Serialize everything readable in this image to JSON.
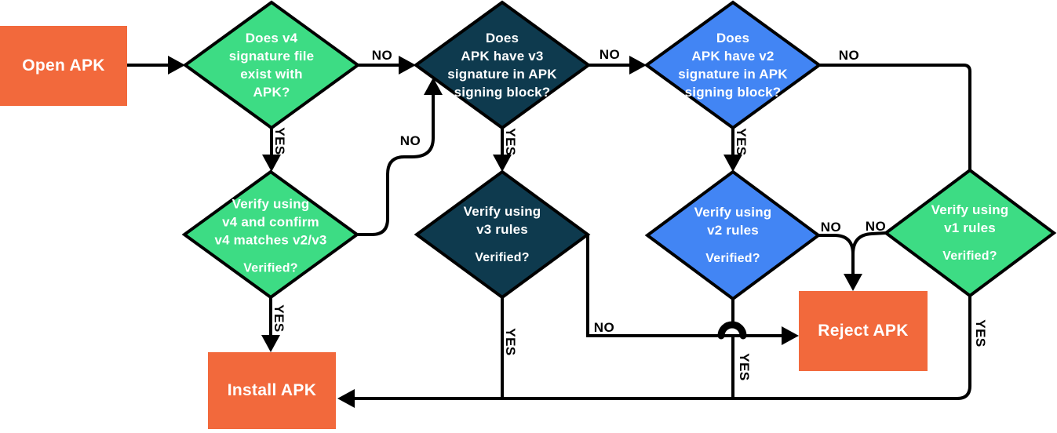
{
  "colors": {
    "green": "#3ddc84",
    "navy": "#0e3a4e",
    "blue": "#4285f4",
    "orange": "#f2693c",
    "line": "#000000",
    "node_text": "#ffffff"
  },
  "nodes": {
    "open_apk": {
      "label": "Open APK"
    },
    "install_apk": {
      "label": "Install APK"
    },
    "reject_apk": {
      "label": "Reject APK"
    },
    "q_v4": {
      "lines": [
        "Does v4",
        "signature file",
        "exist with",
        "APK?"
      ]
    },
    "q_v3": {
      "lines": [
        "Does",
        "APK have v3",
        "signature in APK",
        "signing block?"
      ]
    },
    "q_v2": {
      "lines": [
        "Does",
        "APK have v2",
        "signature in APK",
        "signing block?"
      ]
    },
    "verify_v4": {
      "lines": [
        "Verify using",
        "v4 and confirm",
        "v4 matches v2/v3"
      ],
      "question": "Verified?"
    },
    "verify_v3": {
      "lines": [
        "Verify using",
        "v3 rules"
      ],
      "question": "Verified?"
    },
    "verify_v2": {
      "lines": [
        "Verify using",
        "v2 rules"
      ],
      "question": "Verified?"
    },
    "verify_v1": {
      "lines": [
        "Verify using",
        "v1 rules"
      ],
      "question": "Verified?"
    }
  },
  "edge_labels": {
    "yes": "YES",
    "no": "NO"
  }
}
